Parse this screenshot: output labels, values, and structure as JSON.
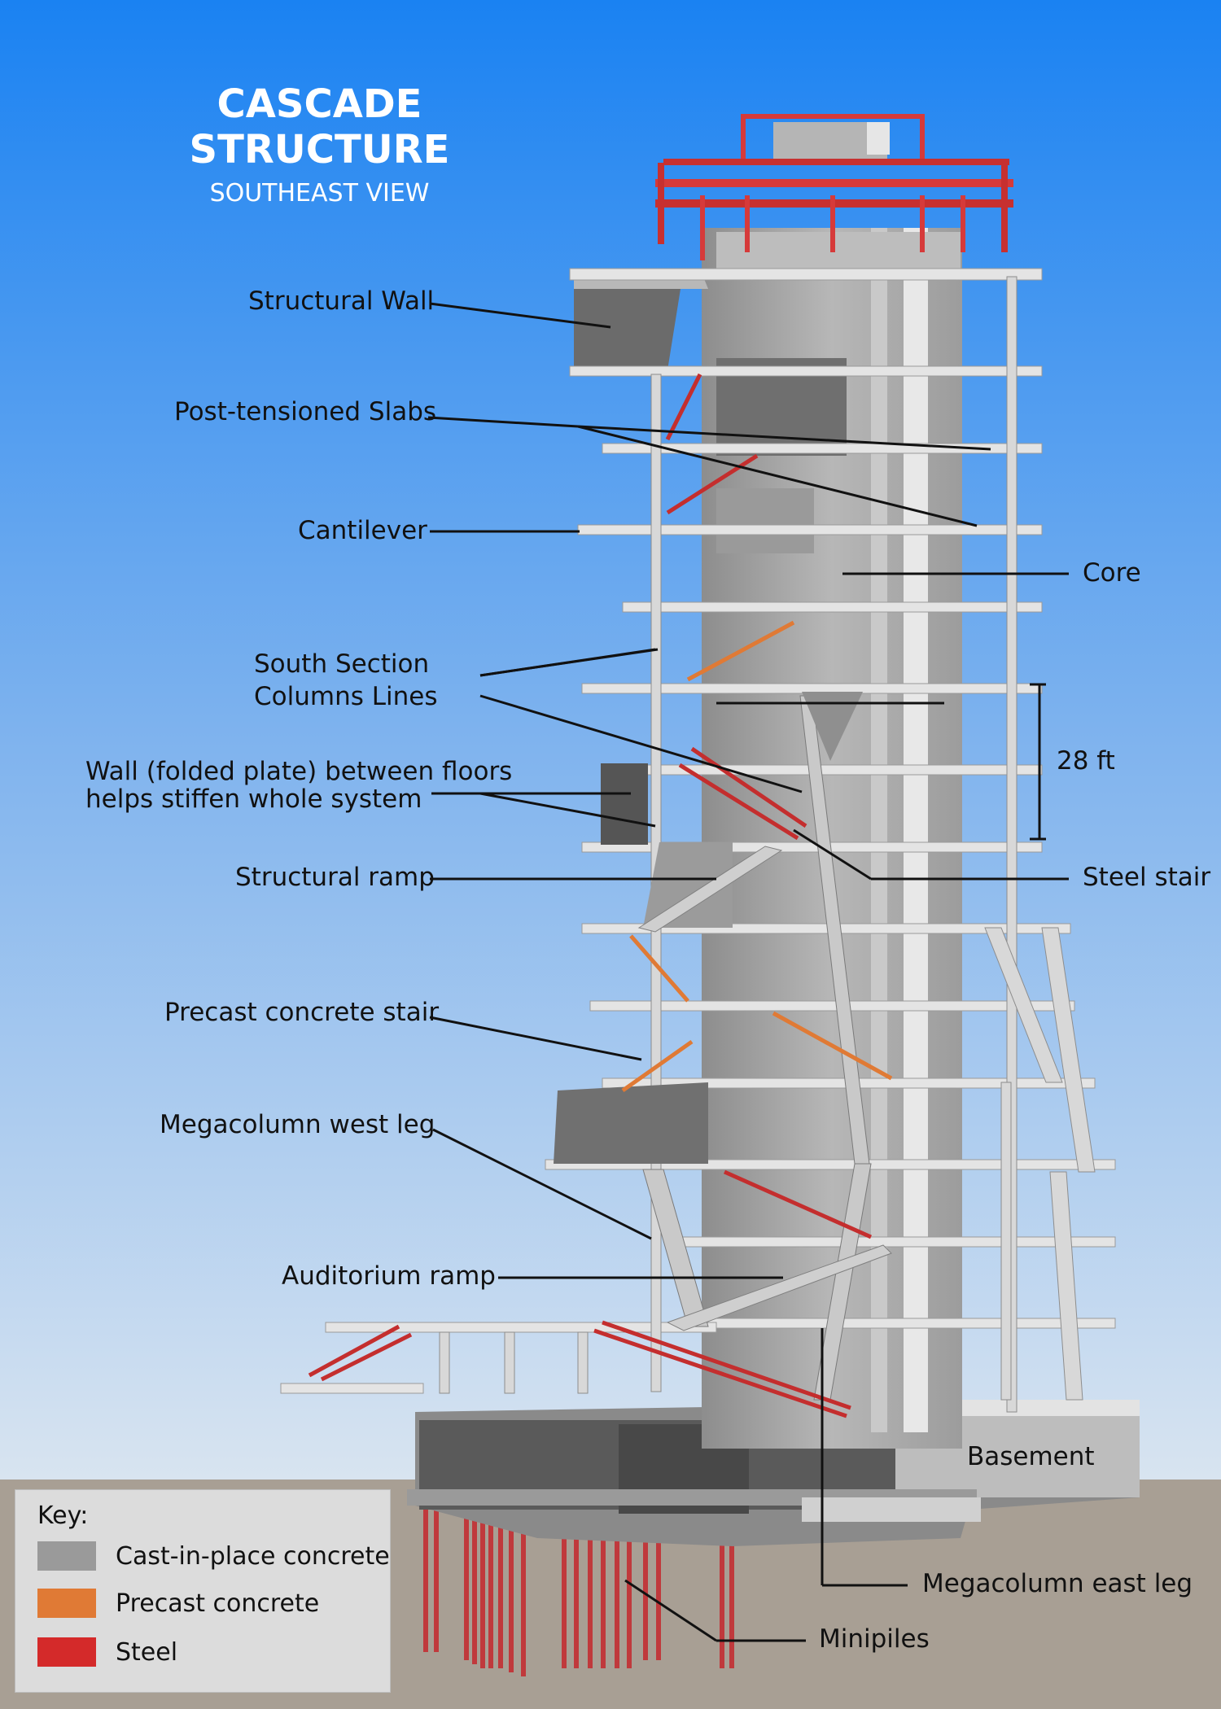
{
  "title": {
    "main": "CASCADE STRUCTURE",
    "sub": "SOUTHEAST VIEW"
  },
  "labels": {
    "structural_wall": "Structural Wall",
    "post_tensioned_slabs": "Post-tensioned Slabs",
    "cantilever": "Cantilever",
    "core": "Core",
    "south_section_columns_line1": "South Section",
    "south_section_columns_line2": "Columns Lines",
    "dimension": "28 ft",
    "folded_plate_line1": "Wall (folded plate) between floors",
    "folded_plate_line2": "helps stiffen whole system",
    "structural_ramp": "Structural ramp",
    "steel_stair": "Steel stair",
    "precast_concrete_stair": "Precast concrete stair",
    "megacolumn_west_leg": "Megacolumn west leg",
    "auditorium_ramp": "Auditorium ramp",
    "basement": "Basement",
    "megacolumn_east_leg": "Megacolumn east leg",
    "minipiles": "Minipiles"
  },
  "key": {
    "heading": "Key:",
    "items": [
      {
        "label": "Cast-in-place concrete",
        "color": "#9a9a9a"
      },
      {
        "label": "Precast concrete",
        "color": "#e07a35"
      },
      {
        "label": "Steel",
        "color": "#d42a2a"
      }
    ]
  },
  "colors": {
    "sky_top": "#1a82f2",
    "sky_bottom": "#d8e4f0",
    "ground": "#a89f94",
    "concrete_light": "#dcdcdc",
    "concrete_mid": "#a9a9a9",
    "concrete_dark": "#6e6e6e",
    "precast": "#e07a35",
    "steel": "#d42a2a"
  }
}
